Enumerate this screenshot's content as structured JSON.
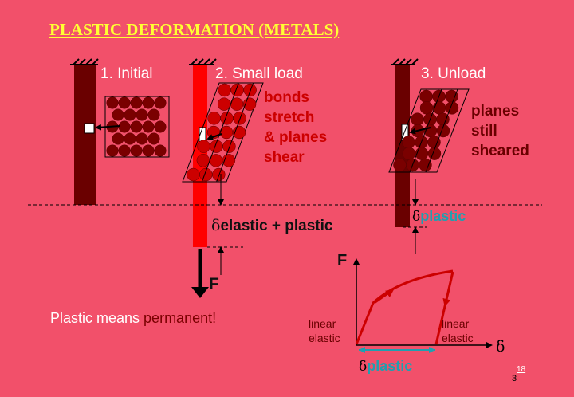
{
  "title": "PLASTIC DEFORMATION (METALS)",
  "stages": {
    "initial": "1. Initial",
    "small_load": "2. Small load",
    "unload": "3. Unload"
  },
  "stage2_desc": [
    "bonds",
    "stretch",
    "& planes",
    "shear"
  ],
  "stage3_desc": [
    "planes",
    "still",
    "sheared"
  ],
  "delta_symbol": "δ",
  "elastic_plastic_label": "elastic + plastic",
  "plastic_label": "plastic",
  "force_label": "F",
  "plastic_means_prefix": "Plastic means ",
  "plastic_means_emph": "permanent!",
  "graph": {
    "y_label": "F",
    "x_label": "δ",
    "linear_elastic_left": [
      "linear",
      "elastic"
    ],
    "linear_elastic_right": [
      "linear",
      "elastic"
    ],
    "plastic_axis_label": "plastic"
  },
  "slide_number": "18",
  "page_number": "3",
  "colors": {
    "background": "#F2506A",
    "title": "#FFFF33",
    "maroon": "#6A0000",
    "red": "#CC0000",
    "teal": "#1FA0B0"
  }
}
